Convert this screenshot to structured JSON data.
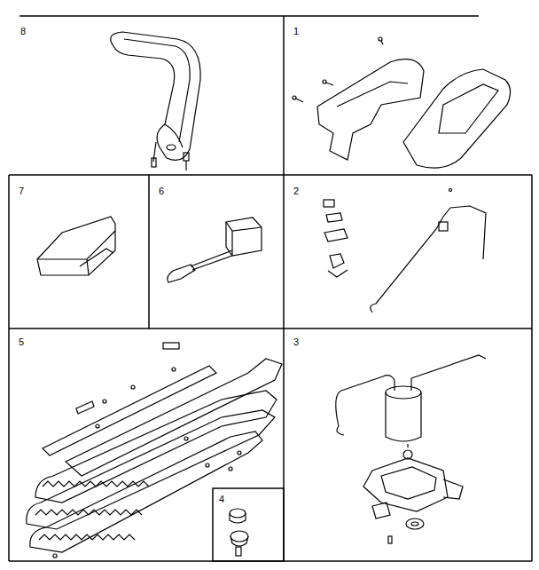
{
  "diagram": {
    "labels": [
      "8",
      "1",
      "7",
      "6",
      "2",
      "5",
      "3",
      "4"
    ]
  }
}
